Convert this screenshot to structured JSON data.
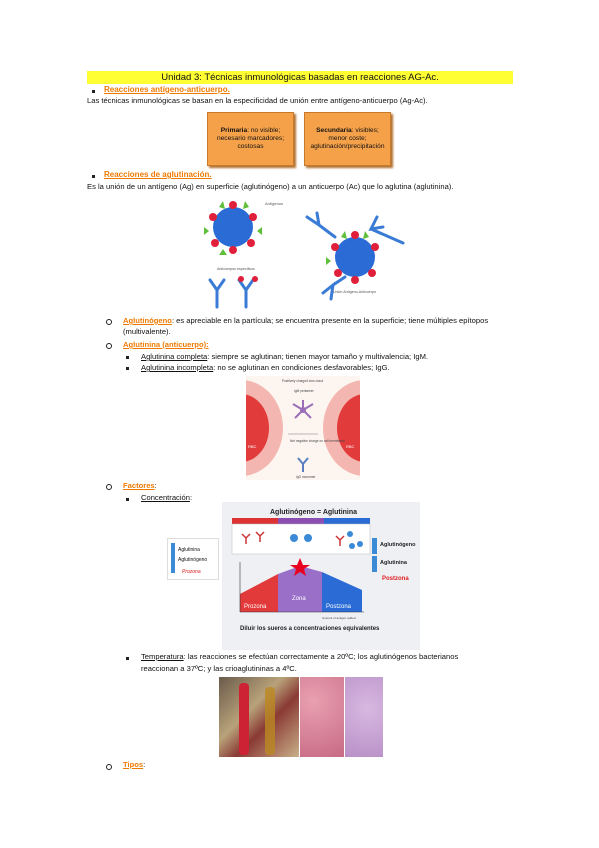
{
  "title": "Unidad 3: Técnicas inmunológicas basadas en reacciones AG-Ac.",
  "sec1": {
    "heading": "Reacciones antígeno-anticuerpo.",
    "text": "Las técnicas inmunológicas se basan en la especificidad de unión entre antígeno-anticuerpo (Ag-Ac).",
    "box1_bold": "Primaria",
    "box1_l1": ": no visible;",
    "box1_l2": "necesario marcadores;",
    "box1_l3": "costosas",
    "box2_bold": "Secundaria",
    "box2_l1": ": visibles;",
    "box2_l2": "menor coste;",
    "box2_l3": "aglutinación/precipitación"
  },
  "sec2": {
    "heading": "Reacciones de aglutinación.",
    "text": "Es la unión de un antígeno (Ag) en superficie (aglutinógeno) a un anticuerpo (Ac) que lo aglutina (aglutinina).",
    "fig_antigens": "Antígenos",
    "fig_antibodies": "Anticuerpos específicos",
    "fig_union": "Unión Antígeno-Anticuerpo"
  },
  "items": {
    "aglutinogeno_label": "Aglutinógeno",
    "aglutinogeno_text1": ": es apreciable en la partícula; se encuentra presente en la superficie; tiene múltiples epítopos",
    "aglutinogeno_text2": "(multivalente).",
    "aglutinina_label": "Aglutinina (anticuerpo):",
    "completa_label": "Aglutinina completa",
    "completa_text": ": siempre se aglutinan; tienen mayor tamaño y multivalencia; IgM.",
    "incompleta_label": "Aglutinina incompleta",
    "incompleta_text": ": no se aglutinan en condiciones desfavorables; IgG.",
    "fig_pos": "Positively charged ions cloud",
    "fig_igm": "IgM pentamer",
    "fig_net": "Net negative charge on cell membrane",
    "fig_igg": "IgG monomer",
    "fig_rbc": "RBC"
  },
  "factores": {
    "label": "Factores",
    "colon": ":",
    "concentracion": "Concentración",
    "conc_colon": ":",
    "side_aglutinina": "Aglutinina",
    "side_aglutinogeno": "Aglutinógeno",
    "side_prozona": "Prozona",
    "chart_title": "Aglutinógeno = Aglutinina",
    "chart_right1": "Aglutinógeno",
    "chart_right2": "Aglutinina",
    "chart_right3": "Postzona",
    "zone_pro": "Prozona",
    "zone_mid": "Zona",
    "zone_post": "Postzona",
    "chart_bottom": "Diluir los sueros a concentraciones equivalentes",
    "chart_axis": "Amount of antigen added",
    "temp_label": "Temperatura",
    "temp_text1": ": las reacciones se efectúan correctamente a 20ºC; los aglutinógenos bacterianos",
    "temp_text2": "reaccionan a 37ºC; y las crioaglutininas a 4ºC."
  },
  "tipos": {
    "label": "Tipos",
    "colon": ":"
  },
  "colors": {
    "orange": "#f07a00",
    "highlight": "#ffff33",
    "box": "#f5a14a"
  }
}
